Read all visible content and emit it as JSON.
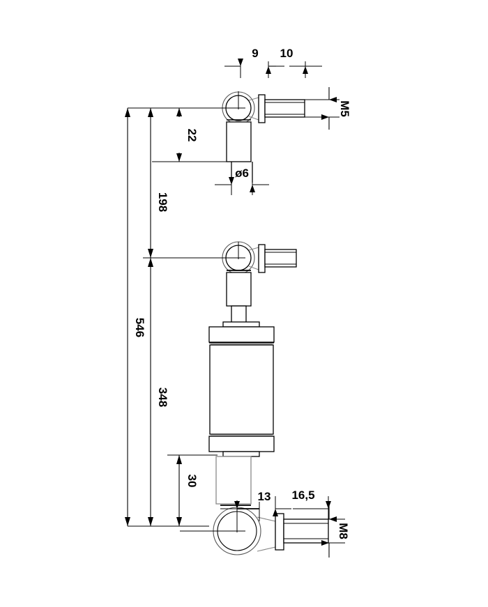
{
  "drawing": {
    "type": "technical-engineering-drawing",
    "subject": "gas-spring-damper",
    "view": "front-elevation-two-positions",
    "units": "mm",
    "line_color": "#000000",
    "text_color": "#000000",
    "background_color": "#ffffff",
    "dimensions": {
      "vertical": [
        {
          "id": "dim-546",
          "label": "546",
          "value": 546,
          "note": "overall extended length"
        },
        {
          "id": "dim-348",
          "label": "348",
          "value": 348,
          "note": "overall compressed length"
        },
        {
          "id": "dim-198",
          "label": "198",
          "value": 198,
          "note": "stroke"
        },
        {
          "id": "dim-22",
          "label": "22",
          "value": 22,
          "note": "eye end to shoulder, top"
        },
        {
          "id": "dim-30",
          "label": "30",
          "value": 30,
          "note": "rod end to eye centre, bottom"
        }
      ],
      "horizontal": [
        {
          "id": "dim-9",
          "label": "9",
          "value": 9,
          "note": "eye centre to thread shoulder, top"
        },
        {
          "id": "dim-10",
          "label": "10",
          "value": 10,
          "note": "thread length, top"
        },
        {
          "id": "dim-13",
          "label": "13",
          "value": 13,
          "note": "eye centre to thread shoulder, bottom"
        },
        {
          "id": "dim-16-5",
          "label": "16,5",
          "value": 16.5,
          "note": "thread length, bottom"
        },
        {
          "id": "dim-d6",
          "label": "ø6",
          "value": 6,
          "note": "piston rod diameter"
        }
      ],
      "threads": [
        {
          "id": "dim-m5",
          "label": "M5",
          "note": "top end fitting thread"
        },
        {
          "id": "dim-m8",
          "label": "M8",
          "note": "bottom end fitting thread"
        }
      ]
    }
  },
  "labels": {
    "nine": "9",
    "ten": "10",
    "m5": "M5",
    "twentytwo": "22",
    "diameter6": "ø6",
    "onenineeight": "198",
    "fivefoursix": "546",
    "threefoureight": "348",
    "thirty": "30",
    "thirteen": "13",
    "sixteen_five": "16,5",
    "m8": "M8"
  }
}
